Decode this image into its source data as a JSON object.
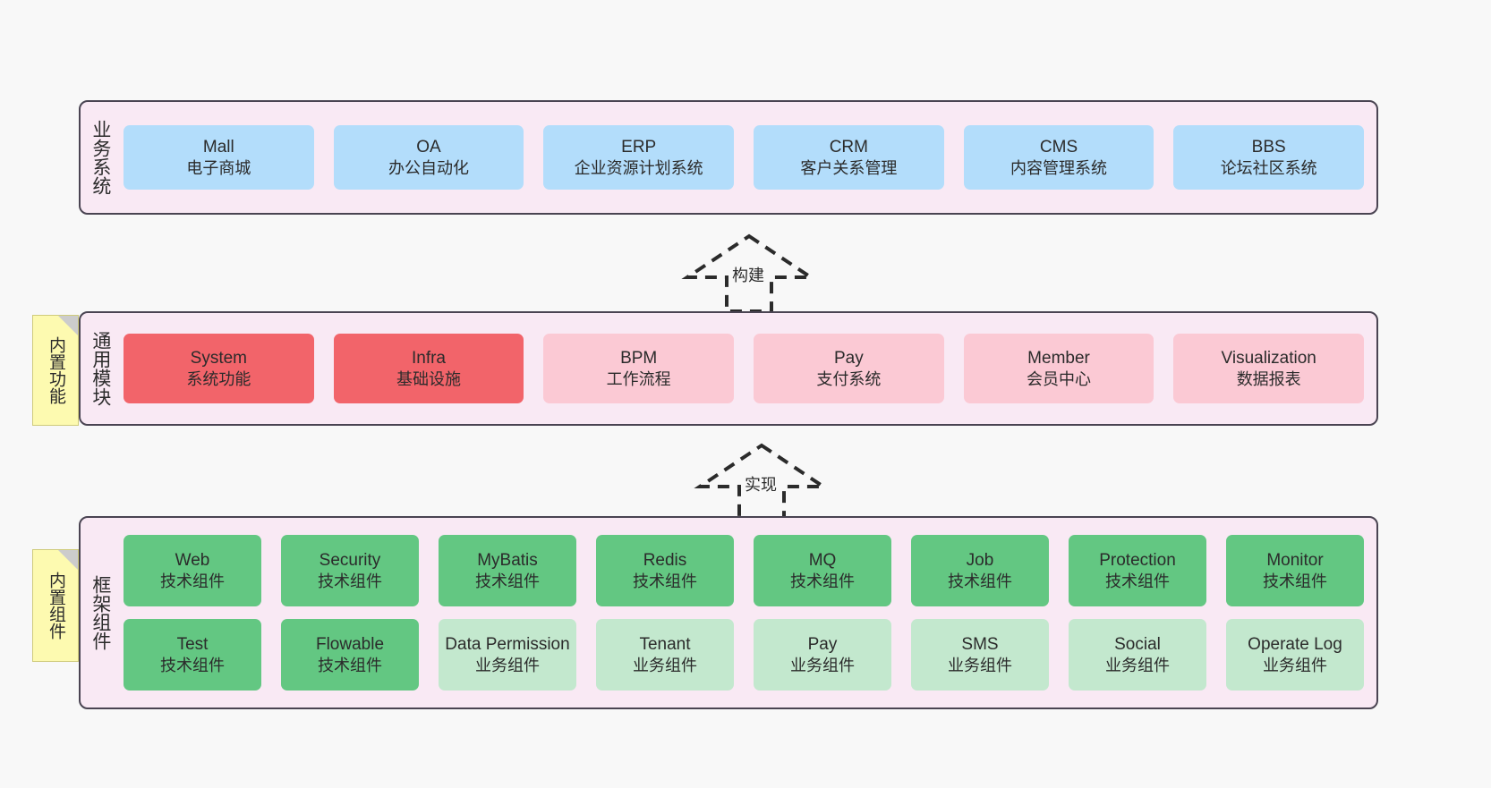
{
  "diagram": {
    "background_color": "#f8f8f8",
    "panel_color": "#f9e9f4",
    "panel_border_color": "#4a4452",
    "note_color": "#fdfab0"
  },
  "notes": [
    {
      "name": "builtin-function",
      "label": "内置功能"
    },
    {
      "name": "builtin-component",
      "label": "内置组件"
    }
  ],
  "connectors": [
    {
      "name": "build",
      "label": "构建",
      "style": "dashed-hollow-arrow-up"
    },
    {
      "name": "implement",
      "label": "实现",
      "style": "dashed-hollow-arrow-up"
    }
  ],
  "layers": [
    {
      "id": "business",
      "title": "业务系统",
      "rows": [
        [
          {
            "en": "Mall",
            "cn": "电子商城",
            "color": "#b3ddfb",
            "kind": "blue"
          },
          {
            "en": "OA",
            "cn": "办公自动化",
            "color": "#b3ddfb",
            "kind": "blue"
          },
          {
            "en": "ERP",
            "cn": "企业资源计划系统",
            "color": "#b3ddfb",
            "kind": "blue"
          },
          {
            "en": "CRM",
            "cn": "客户关系管理",
            "color": "#b3ddfb",
            "kind": "blue"
          },
          {
            "en": "CMS",
            "cn": "内容管理系统",
            "color": "#b3ddfb",
            "kind": "blue"
          },
          {
            "en": "BBS",
            "cn": "论坛社区系统",
            "color": "#b3ddfb",
            "kind": "blue"
          }
        ]
      ]
    },
    {
      "id": "common",
      "title": "通用模块",
      "rows": [
        [
          {
            "en": "System",
            "cn": "系统功能",
            "color": "#f2646a",
            "kind": "red-strong"
          },
          {
            "en": "Infra",
            "cn": "基础设施",
            "color": "#f2646a",
            "kind": "red-strong"
          },
          {
            "en": "BPM",
            "cn": "工作流程",
            "color": "#fbc9d4",
            "kind": "pink-soft"
          },
          {
            "en": "Pay",
            "cn": "支付系统",
            "color": "#fbc9d4",
            "kind": "pink-soft"
          },
          {
            "en": "Member",
            "cn": "会员中心",
            "color": "#fbc9d4",
            "kind": "pink-soft"
          },
          {
            "en": "Visualization",
            "cn": "数据报表",
            "color": "#fbc9d4",
            "kind": "pink-soft"
          }
        ]
      ]
    },
    {
      "id": "framework",
      "title": "框架组件",
      "rows": [
        [
          {
            "en": "Web",
            "cn": "技术组件",
            "color": "#63c782",
            "kind": "green-tech"
          },
          {
            "en": "Security",
            "cn": "技术组件",
            "color": "#63c782",
            "kind": "green-tech"
          },
          {
            "en": "MyBatis",
            "cn": "技术组件",
            "color": "#63c782",
            "kind": "green-tech"
          },
          {
            "en": "Redis",
            "cn": "技术组件",
            "color": "#63c782",
            "kind": "green-tech"
          },
          {
            "en": "MQ",
            "cn": "技术组件",
            "color": "#63c782",
            "kind": "green-tech"
          },
          {
            "en": "Job",
            "cn": "技术组件",
            "color": "#63c782",
            "kind": "green-tech"
          },
          {
            "en": "Protection",
            "cn": "技术组件",
            "color": "#63c782",
            "kind": "green-tech"
          },
          {
            "en": "Monitor",
            "cn": "技术组件",
            "color": "#63c782",
            "kind": "green-tech"
          }
        ],
        [
          {
            "en": "Test",
            "cn": "技术组件",
            "color": "#63c782",
            "kind": "green-tech"
          },
          {
            "en": "Flowable",
            "cn": "技术组件",
            "color": "#63c782",
            "kind": "green-tech"
          },
          {
            "en": "Data Permission",
            "cn": "业务组件",
            "color": "#c3e8ce",
            "kind": "green-biz"
          },
          {
            "en": "Tenant",
            "cn": "业务组件",
            "color": "#c3e8ce",
            "kind": "green-biz"
          },
          {
            "en": "Pay",
            "cn": "业务组件",
            "color": "#c3e8ce",
            "kind": "green-biz"
          },
          {
            "en": "SMS",
            "cn": "业务组件",
            "color": "#c3e8ce",
            "kind": "green-biz"
          },
          {
            "en": "Social",
            "cn": "业务组件",
            "color": "#c3e8ce",
            "kind": "green-biz"
          },
          {
            "en": "Operate Log",
            "cn": "业务组件",
            "color": "#c3e8ce",
            "kind": "green-biz"
          }
        ]
      ]
    }
  ]
}
